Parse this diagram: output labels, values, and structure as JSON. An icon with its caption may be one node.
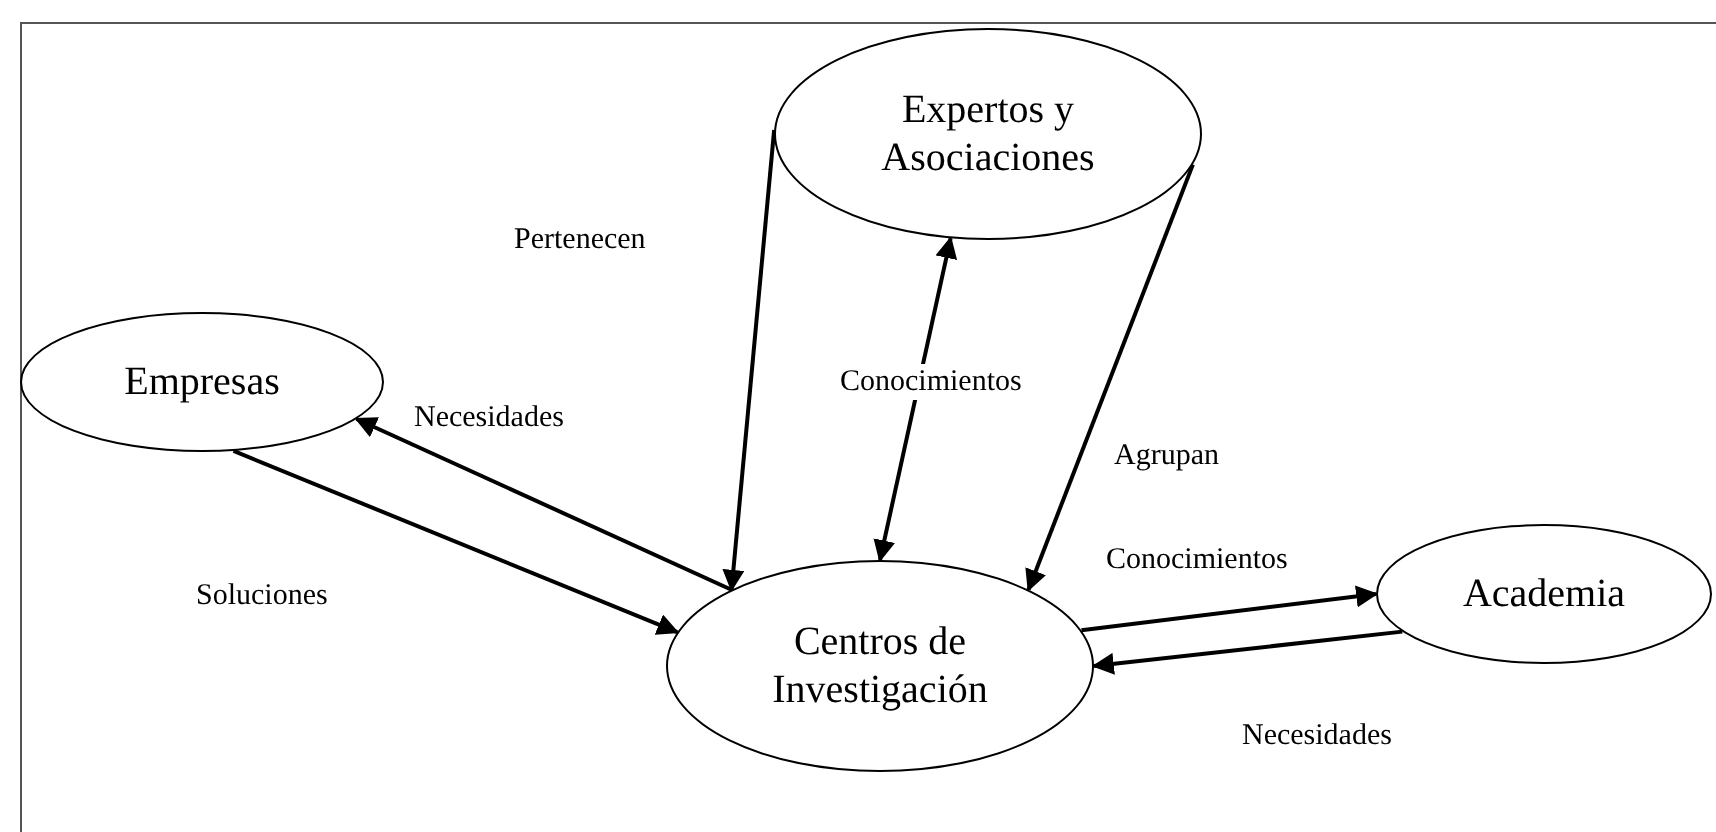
{
  "diagram": {
    "nodes": [
      {
        "text": [
          "Empresas"
        ]
      },
      {
        "text": [
          "Expertos y Asociaciones"
        ]
      },
      {
        "text": [
          "Centros de Investigación"
        ]
      },
      {
        "text": [
          "Academia"
        ]
      }
    ],
    "edges": [
      {
        "from": 2,
        "to": 0,
        "arrow": "to",
        "label": "Necesidades"
      },
      {
        "from": 0,
        "to": 2,
        "arrow": "to",
        "label": "Soluciones"
      },
      {
        "from": 2,
        "to": 1,
        "arrow": "both",
        "label": "Conocimientos"
      },
      {
        "from": 1,
        "to": 2,
        "arrow": "to",
        "label": "Pertenecen"
      },
      {
        "from": 1,
        "to": 2,
        "arrow": "to",
        "label": "Agrupan"
      },
      {
        "from": 2,
        "to": 3,
        "arrow": "to",
        "label": "Conocimientos"
      },
      {
        "from": 3,
        "to": 2,
        "arrow": "to",
        "label": "Necesidades"
      }
    ]
  }
}
